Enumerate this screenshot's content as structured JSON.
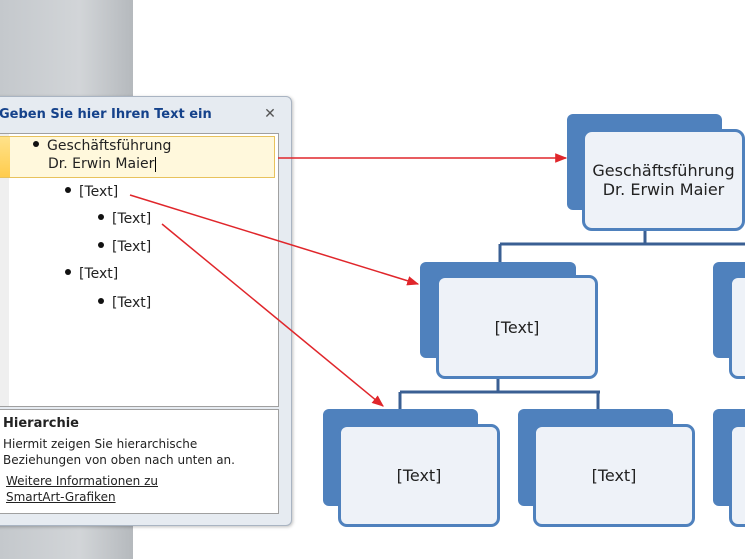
{
  "pane": {
    "title": "Geben Sie hier Ihren Text ein",
    "close_glyph": "✕",
    "items": [
      {
        "line1": "Geschäftsführung",
        "line2": "Dr. Erwin Maier"
      },
      {
        "text": "[Text]"
      },
      {
        "text": "[Text]"
      },
      {
        "text": "[Text]"
      },
      {
        "text": "[Text]"
      },
      {
        "text": "[Text]"
      }
    ]
  },
  "info": {
    "title": "Hierarchie",
    "description": "Hiermit zeigen Sie hierarchische Beziehungen von oben nach unten an.",
    "link": "Weitere Informationen zu SmartArt-Grafiken"
  },
  "chart": {
    "top": {
      "line1": "Geschäftsführung",
      "line2": "Dr. Erwin Maier"
    },
    "mid": "[Text]",
    "bottom_left": "[Text]",
    "bottom_right": "[Text]"
  },
  "colors": {
    "shape_fill": "#4f81bd",
    "shape_inner": "#eef2f8",
    "arrow": "#e0262b",
    "connector": "#3a5f93"
  }
}
